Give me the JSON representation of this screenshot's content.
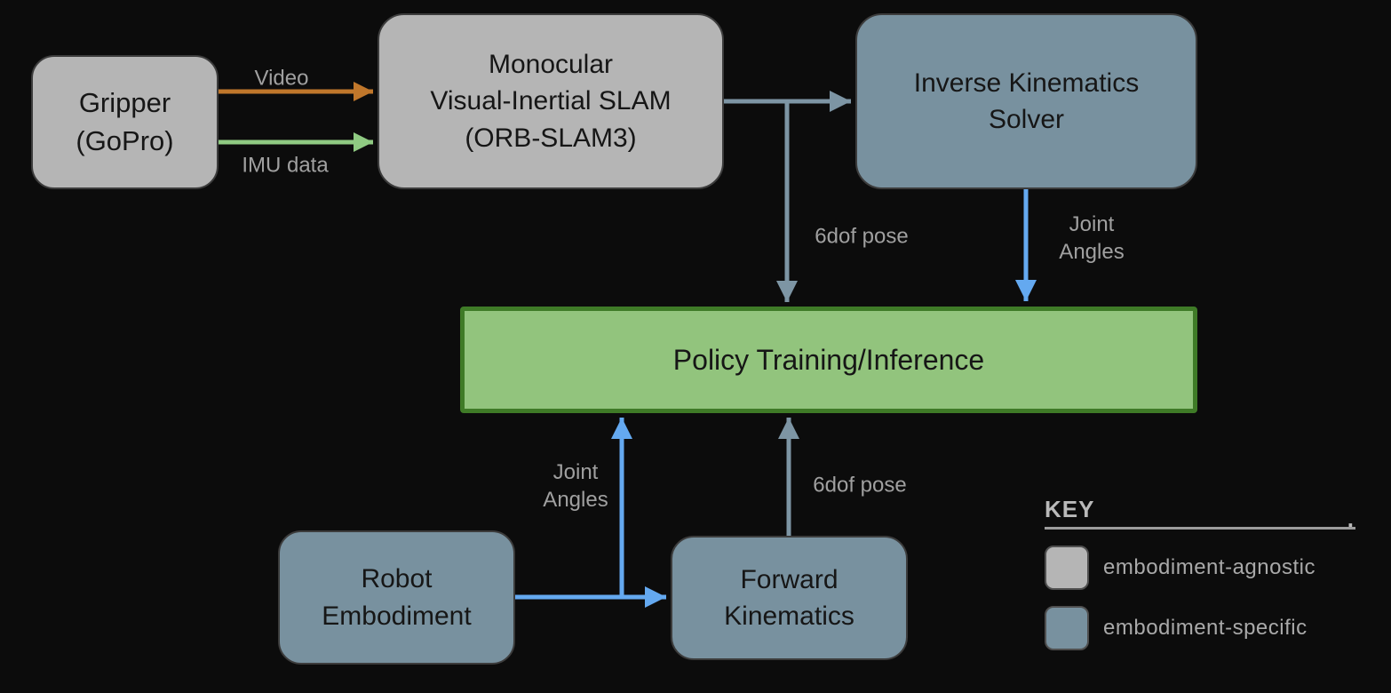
{
  "nodes": {
    "gripper": {
      "label": "Gripper\n(GoPro)"
    },
    "slam": {
      "label": "Monocular\nVisual-Inertial SLAM\n(ORB-SLAM3)"
    },
    "ik_solver": {
      "label": "Inverse Kinematics\nSolver"
    },
    "policy": {
      "label": "Policy Training/Inference"
    },
    "robot": {
      "label": "Robot\nEmbodiment"
    },
    "fk": {
      "label": "Forward\nKinematics"
    }
  },
  "edge_labels": {
    "video": "Video",
    "imu": "IMU data",
    "pose_down": "6dof pose",
    "joint_down": "Joint\nAngles",
    "joint_up": "Joint\nAngles",
    "pose_up": "6dof pose"
  },
  "key": {
    "title": "KEY",
    "rule_dot": ".",
    "entries": [
      {
        "label": "embodiment-agnostic",
        "swatch": "agnostic"
      },
      {
        "label": "embodiment-specific",
        "swatch": "specific"
      }
    ]
  },
  "colors": {
    "background": "#0c0c0c",
    "agnostic_fill": "#b5b5b5",
    "specific_fill": "#78919f",
    "policy_fill": "#92c47d",
    "policy_border": "#3f7b27",
    "node_text": "#161616",
    "label_text": "#a0a0a0",
    "arrow_orange": "#c0772b",
    "arrow_green": "#8fca82",
    "arrow_blue": "#64a9f0",
    "arrow_steel": "#7d95a4",
    "box_border": "#3c3c3c"
  }
}
